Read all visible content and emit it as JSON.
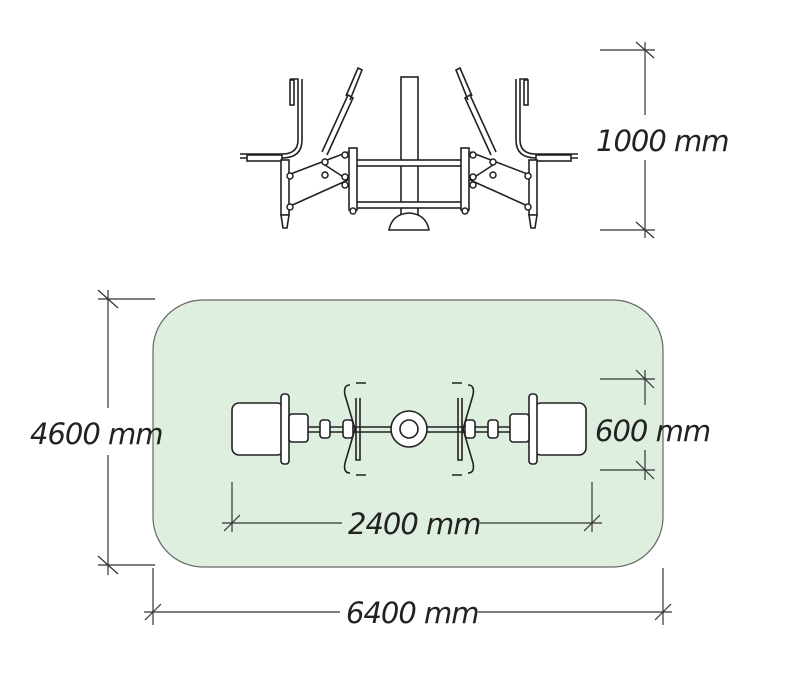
{
  "diagram": {
    "title": "Outdoor fitness equipment footprint",
    "dimensions": {
      "height": "1000 mm",
      "safety_zone_width": "4600 mm",
      "equipment_width": "600 mm",
      "equipment_length": "2400 mm",
      "safety_zone_length": "6400 mm"
    },
    "colors": {
      "safety_zone_fill": "#deefdf",
      "line": "#222222"
    }
  }
}
